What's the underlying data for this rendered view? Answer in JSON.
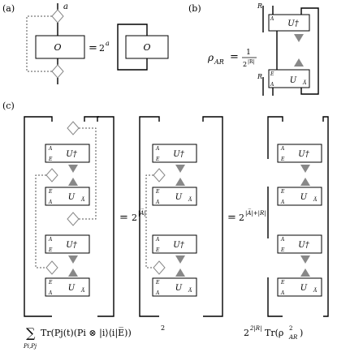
{
  "panels": {
    "a": "(a)",
    "b": "(b)",
    "c": "(c)"
  },
  "text": {
    "wire_a": "a",
    "op": "O",
    "two": "2",
    "exp_a": "a",
    "rho": "ρ",
    "rho_sub": "AR",
    "one": "1",
    "two_b": "2",
    "den_exp": "|R|",
    "R": "R",
    "A": "A",
    "E": "E",
    "Abar": "A̅",
    "U": "U",
    "Udag": "U†",
    "eq": "=",
    "exp_c1": "|A̅|",
    "exp_c2": "|A̅|+|R|",
    "cap_left_sum": "∑",
    "cap_left_sub": "Pi,Pj",
    "cap_left_main": "Tr(Pj(t)(Pi ⊗ |i⟩⟨i|E̅))",
    "cap_left_sq": "2",
    "cap_right_2": "2",
    "cap_right_exp": "2|R|",
    "cap_right_tr": "Tr(ρ",
    "cap_right_sq": "2",
    "cap_right_sub": "AR",
    "cap_right_close": ")"
  }
}
